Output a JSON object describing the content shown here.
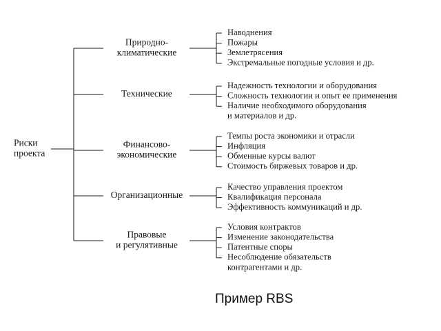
{
  "diagram": {
    "root": [
      "Риски",
      "проекта"
    ],
    "categories": [
      {
        "label": [
          "Природно-",
          "климатические"
        ],
        "items": [
          [
            "Наводнения"
          ],
          [
            "Пожары"
          ],
          [
            "Землетрясения"
          ],
          [
            "Экстремальные погодные условия и др."
          ]
        ]
      },
      {
        "label": [
          "Технические"
        ],
        "items": [
          [
            "Надежность технологии и оборудования"
          ],
          [
            "Сложность технологии и опыт ее применения"
          ],
          [
            "Наличие необходимого оборудования",
            "и материалов и др."
          ]
        ]
      },
      {
        "label": [
          "Финансово-",
          "экономические"
        ],
        "items": [
          [
            "Темпы роста экономики и отрасли"
          ],
          [
            "Инфляция"
          ],
          [
            "Обменные курсы валют"
          ],
          [
            "Стоимость биржевых товаров и др."
          ]
        ]
      },
      {
        "label": [
          "Организационные"
        ],
        "items": [
          [
            "Качество управления проектом"
          ],
          [
            "Квалификация персонала"
          ],
          [
            "Эффективность коммуникаций и др."
          ]
        ]
      },
      {
        "label": [
          "Правовые",
          "и регулятивные"
        ],
        "items": [
          [
            "Условия контрактов"
          ],
          [
            "Изменение законодательства"
          ],
          [
            "Патентные споры"
          ],
          [
            "Несоблюдение обязательств",
            "контрагентами и др."
          ]
        ]
      }
    ]
  },
  "caption": "Пример RBS",
  "colors": {
    "ink": "#1a1a1a",
    "background": "#ffffff"
  }
}
